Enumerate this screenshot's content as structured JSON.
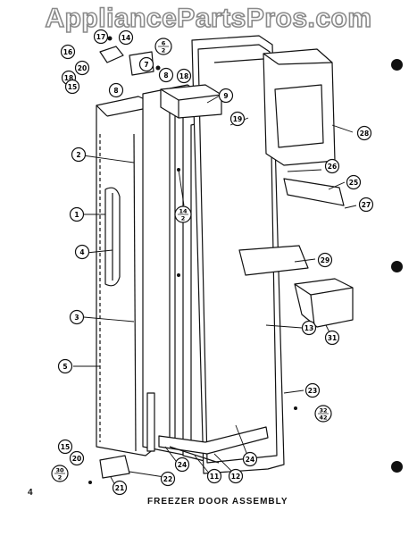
{
  "watermark": "AppliancePartsPros.com",
  "page_number": "4",
  "title": "FREEZER DOOR ASSEMBLY",
  "callouts": [
    {
      "id": "c17",
      "label": "17"
    },
    {
      "id": "c14",
      "label": "14"
    },
    {
      "id": "c6",
      "label": "6",
      "sub": "2"
    },
    {
      "id": "c16",
      "label": "16"
    },
    {
      "id": "c7",
      "label": "7"
    },
    {
      "id": "c20a",
      "label": "20"
    },
    {
      "id": "c8a",
      "label": "8"
    },
    {
      "id": "c18a",
      "label": "18"
    },
    {
      "id": "c18b",
      "label": "18"
    },
    {
      "id": "c15a",
      "label": "15"
    },
    {
      "id": "c8b",
      "label": "8"
    },
    {
      "id": "c9",
      "label": "9"
    },
    {
      "id": "c19",
      "label": "19"
    },
    {
      "id": "c28",
      "label": "28"
    },
    {
      "id": "c2",
      "label": "2"
    },
    {
      "id": "c26",
      "label": "26"
    },
    {
      "id": "c25",
      "label": "25"
    },
    {
      "id": "c14b",
      "label": "14",
      "sub": "2"
    },
    {
      "id": "c27",
      "label": "27"
    },
    {
      "id": "c1",
      "label": "1"
    },
    {
      "id": "c4",
      "label": "4"
    },
    {
      "id": "c29",
      "label": "29"
    },
    {
      "id": "c3",
      "label": "3"
    },
    {
      "id": "c13",
      "label": "13"
    },
    {
      "id": "c31",
      "label": "31"
    },
    {
      "id": "c5",
      "label": "5"
    },
    {
      "id": "c23",
      "label": "23"
    },
    {
      "id": "c32",
      "label": "32",
      "sub": "42"
    },
    {
      "id": "c15b",
      "label": "15"
    },
    {
      "id": "c20b",
      "label": "20"
    },
    {
      "id": "c24a",
      "label": "24"
    },
    {
      "id": "c24b",
      "label": "24"
    },
    {
      "id": "c11",
      "label": "11"
    },
    {
      "id": "c12",
      "label": "12"
    },
    {
      "id": "c22",
      "label": "22"
    },
    {
      "id": "c30",
      "label": "30",
      "sub": "2"
    },
    {
      "id": "c21",
      "label": "21"
    }
  ]
}
